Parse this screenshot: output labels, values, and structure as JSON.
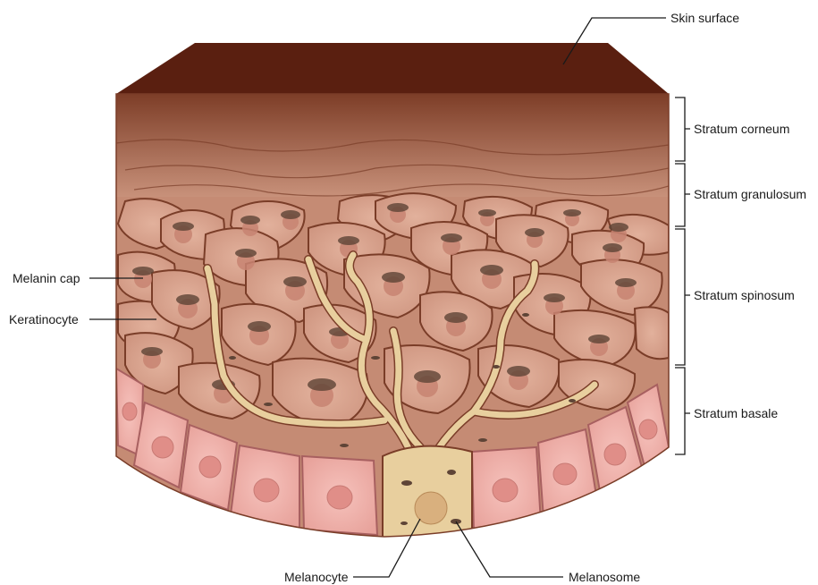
{
  "labels": {
    "skin_surface": "Skin surface",
    "stratum_corneum": "Stratum corneum",
    "stratum_granulosum": "Stratum granulosum",
    "stratum_spinosum": "Stratum spinosum",
    "stratum_basale": "Stratum basale",
    "melanin_cap": "Melanin cap",
    "keratinocyte": "Keratinocyte",
    "melanocyte": "Melanocyte",
    "melanosome": "Melanosome"
  },
  "colors": {
    "surface_top": "#5a1f10",
    "corneum": "#8c4a32",
    "tissue": "#c9917a",
    "cell": "#d9a48e",
    "cell_border": "#7a3d28",
    "basal_cell": "#eeb0aa",
    "basal_border": "#a86060",
    "melanocyte": "#e8cf9e",
    "melanin": "#5e4436",
    "label_line": "#1a1a1a"
  }
}
